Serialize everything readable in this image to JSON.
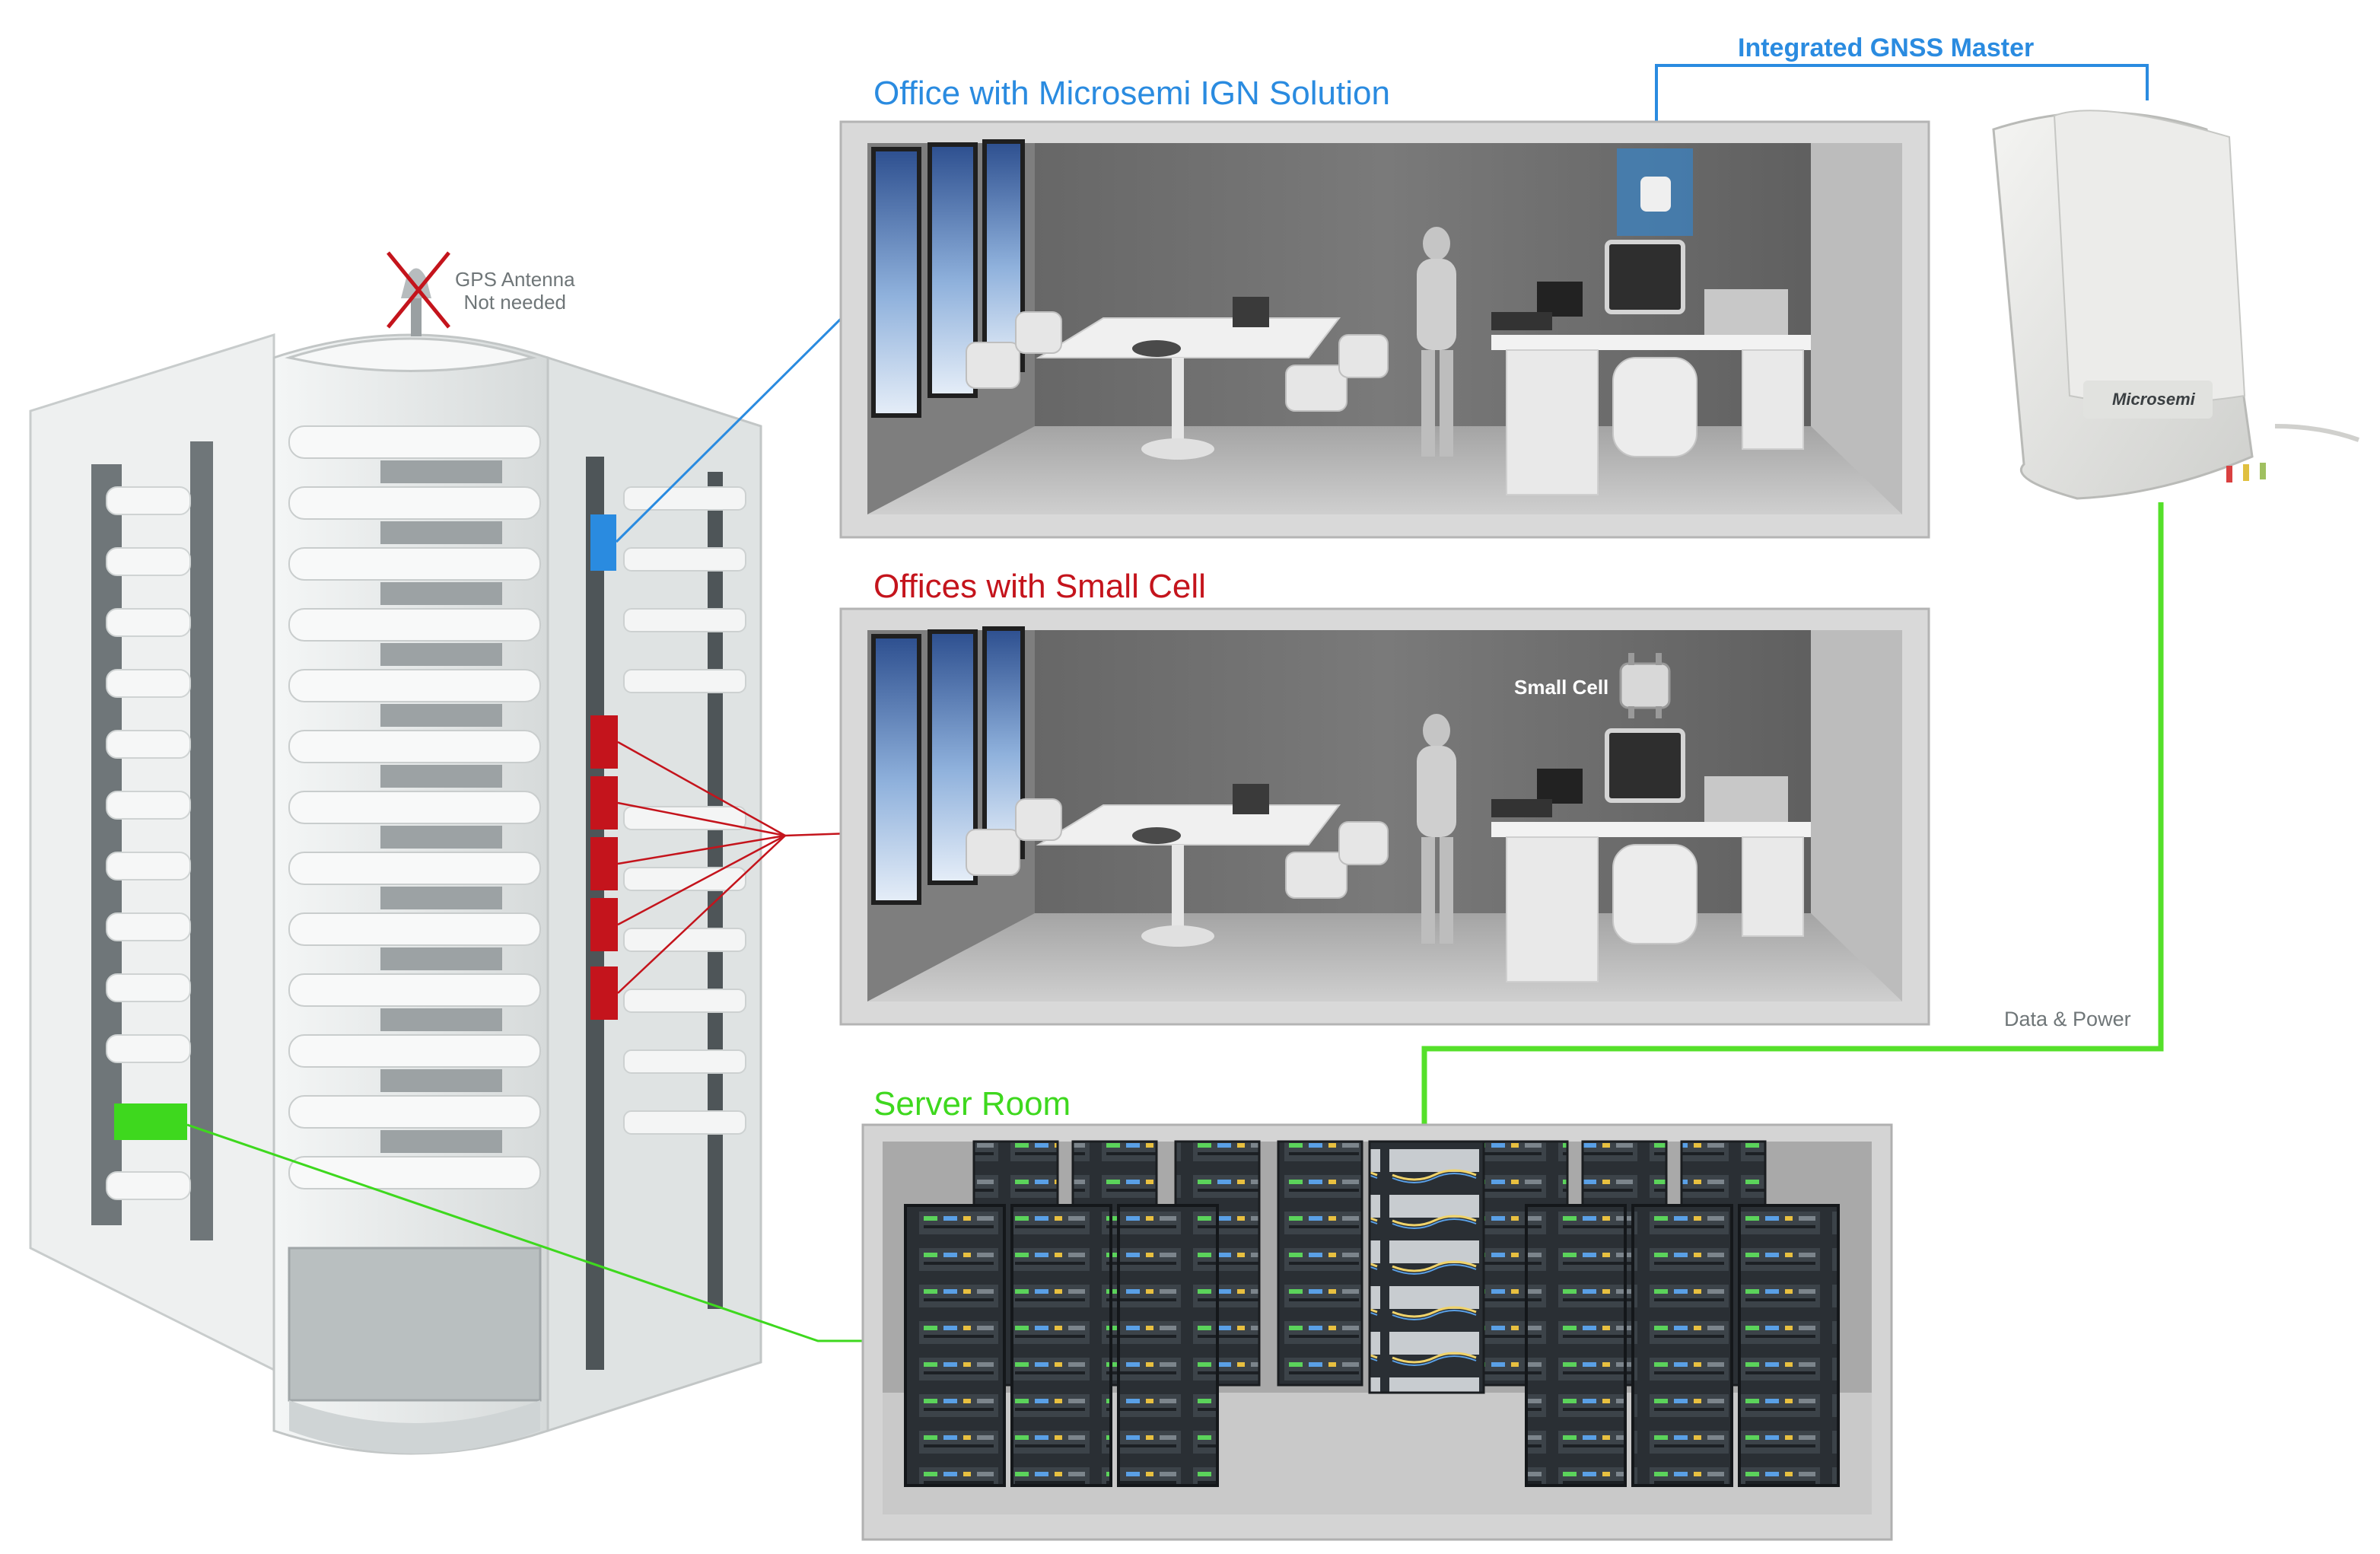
{
  "labels": {
    "ign_office": "Office with Microsemi IGN Solution",
    "small_cell_offices": "Offices with Small Cell",
    "server_room": "Server Room",
    "gnss_master": "Integrated GNSS Master",
    "gps_antenna_line1": "GPS Antenna",
    "gps_antenna_line2": "Not needed",
    "small_cell": "Small Cell",
    "data_power": "Data & Power",
    "brand": "Microsemi"
  },
  "colors": {
    "ign_blue": "#2a8be0",
    "small_cell_red": "#c4141c",
    "server_green": "#3ed81e",
    "room_wall": "#6e6e6e",
    "building": "#e9ecec"
  },
  "icons": {
    "antenna": "gps-antenna-crossed-icon",
    "gnss_master": "gnss-master-device-icon",
    "small_cell": "small-cell-icon"
  }
}
